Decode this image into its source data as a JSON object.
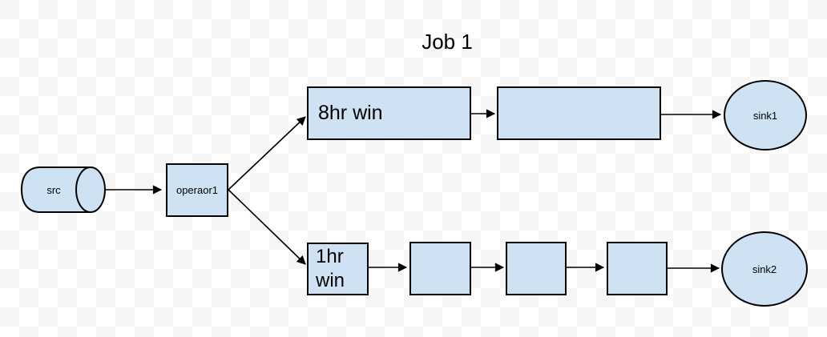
{
  "title": "Job 1",
  "colors": {
    "node_fill": "#cfe2f3",
    "node_border": "#000000",
    "arrow": "#000000",
    "checker_white": "#ffffff",
    "checker_gray": "#f6f6f6"
  },
  "nodes": {
    "src": {
      "label": "src",
      "shape": "cylinder"
    },
    "operator1": {
      "label": "operaor1",
      "shape": "rect"
    },
    "win8hr": {
      "label": "8hr win",
      "shape": "rect"
    },
    "box_top2": {
      "label": "",
      "shape": "rect"
    },
    "sink1": {
      "label": "sink1",
      "shape": "circle"
    },
    "win1hr": {
      "label": "1hr win",
      "lines": [
        "1hr",
        "win"
      ],
      "shape": "rect"
    },
    "box_b1": {
      "label": "",
      "shape": "rect"
    },
    "box_b2": {
      "label": "",
      "shape": "rect"
    },
    "box_b3": {
      "label": "",
      "shape": "rect"
    },
    "sink2": {
      "label": "sink2",
      "shape": "circle"
    }
  },
  "edges": [
    {
      "from": "src",
      "to": "operator1"
    },
    {
      "from": "operator1",
      "to": "win8hr"
    },
    {
      "from": "operator1",
      "to": "win1hr"
    },
    {
      "from": "win8hr",
      "to": "box_top2"
    },
    {
      "from": "box_top2",
      "to": "sink1"
    },
    {
      "from": "win1hr",
      "to": "box_b1"
    },
    {
      "from": "box_b1",
      "to": "box_b2"
    },
    {
      "from": "box_b2",
      "to": "box_b3"
    },
    {
      "from": "box_b3",
      "to": "sink2"
    }
  ]
}
